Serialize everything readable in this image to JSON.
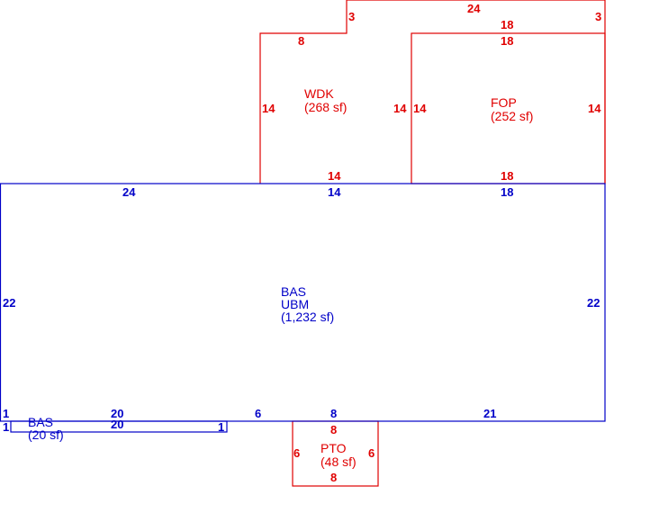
{
  "colors": {
    "main": "#0000c8",
    "addition": "#e00000"
  },
  "areas": {
    "wdk": {
      "code": "WDK",
      "area": "(268 sf)"
    },
    "fop": {
      "code": "FOP",
      "area": "(252 sf)"
    },
    "bas_main": {
      "code1": "BAS",
      "code2": "UBM",
      "area": "(1,232 sf)"
    },
    "bas_small": {
      "code": "BAS",
      "area": "(20 sf)"
    },
    "pto": {
      "code": "PTO",
      "area": "(48 sf)"
    }
  },
  "dimensions": {
    "top_span": "24",
    "top_left_step": "3",
    "top_right_step": "3",
    "wdk_top": "8",
    "fop_top": "18",
    "top_inner": "18",
    "wdk_left": "14",
    "wdk_right": "14",
    "fop_left": "14",
    "fop_right": "14",
    "wdk_bottom": "14",
    "fop_bottom": "18",
    "bas_top_left": "24",
    "bas_top_mid": "14",
    "bas_top_right": "18",
    "bas_left": "22",
    "bas_right": "22",
    "bas_bottom_1": "1",
    "bas_bottom_20": "20",
    "bas_bottom_6": "6",
    "bas_bottom_8": "8",
    "bas_bottom_21": "21",
    "small_left": "1",
    "small_top": "20",
    "small_right": "1",
    "pto_top": "8",
    "pto_left": "6",
    "pto_right": "6",
    "pto_bottom": "8"
  }
}
